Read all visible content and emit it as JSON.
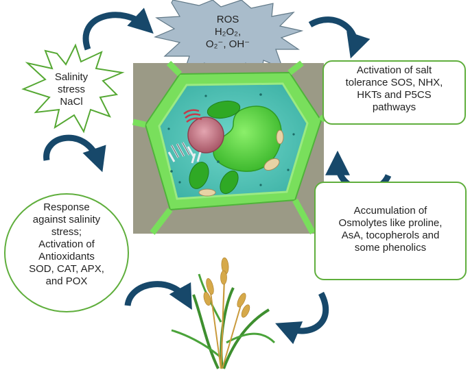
{
  "colors": {
    "arrow": "#17486a",
    "box_border": "#5fae3c",
    "burst_ros_fill": "#a9bccb",
    "burst_ros_stroke": "#607887",
    "burst_salinity_stroke": "#55a833",
    "cell_wall": "#79df5c",
    "cytoplasm": "#57c5b8",
    "vacuole": "#4bcf36",
    "nucleus": "#c56d7c",
    "backdrop": "#9b9a86",
    "wheat_grain": "#c99a3c",
    "wheat_leaf": "#3e8f2f"
  },
  "icons": [
    "curved-arrow-icon",
    "star-burst-icon",
    "plant-cell-image",
    "wheat-plant-image"
  ],
  "ros_burst": {
    "line1": "ROS",
    "line2": "H₂O₂,",
    "line3": "O₂⁻, OH⁻"
  },
  "salinity_burst": {
    "line1": "Salinity",
    "line2": "stress",
    "line3": "NaCl"
  },
  "activation_box": {
    "line1": "Activation of salt",
    "line2": "tolerance SOS, NHX,",
    "line3": "HKTs and P5CS",
    "line4": "pathways"
  },
  "accumulation_box": {
    "line1": "Accumulation of",
    "line2": "Osmolytes like proline,",
    "line3": "AsA, tocopherols and",
    "line4": "some phenolics"
  },
  "response_ellipse": {
    "line1": "Response",
    "line2": "against salinity",
    "line3": "stress;",
    "line4": "Activation of",
    "line5": "Antioxidants",
    "line6": "SOD, CAT, APX,",
    "line7": "and POX"
  }
}
